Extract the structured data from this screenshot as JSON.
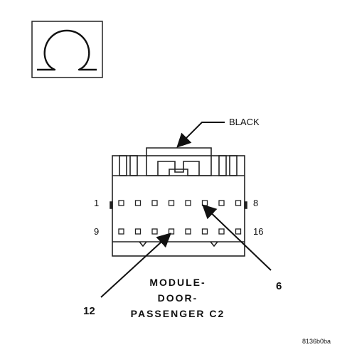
{
  "symbol": {
    "icon": "omega-view-symbol-icon"
  },
  "connector": {
    "color_label": "BLACK",
    "caption": [
      "MODULE-",
      "DOOR-",
      "PASSENGER C2"
    ],
    "row1_pins": [
      "1",
      "8"
    ],
    "row2_pins": [
      "9",
      "16"
    ],
    "callouts": [
      "6",
      "12"
    ],
    "cavities_per_row": 8
  },
  "figure_code": "8136b0ba"
}
